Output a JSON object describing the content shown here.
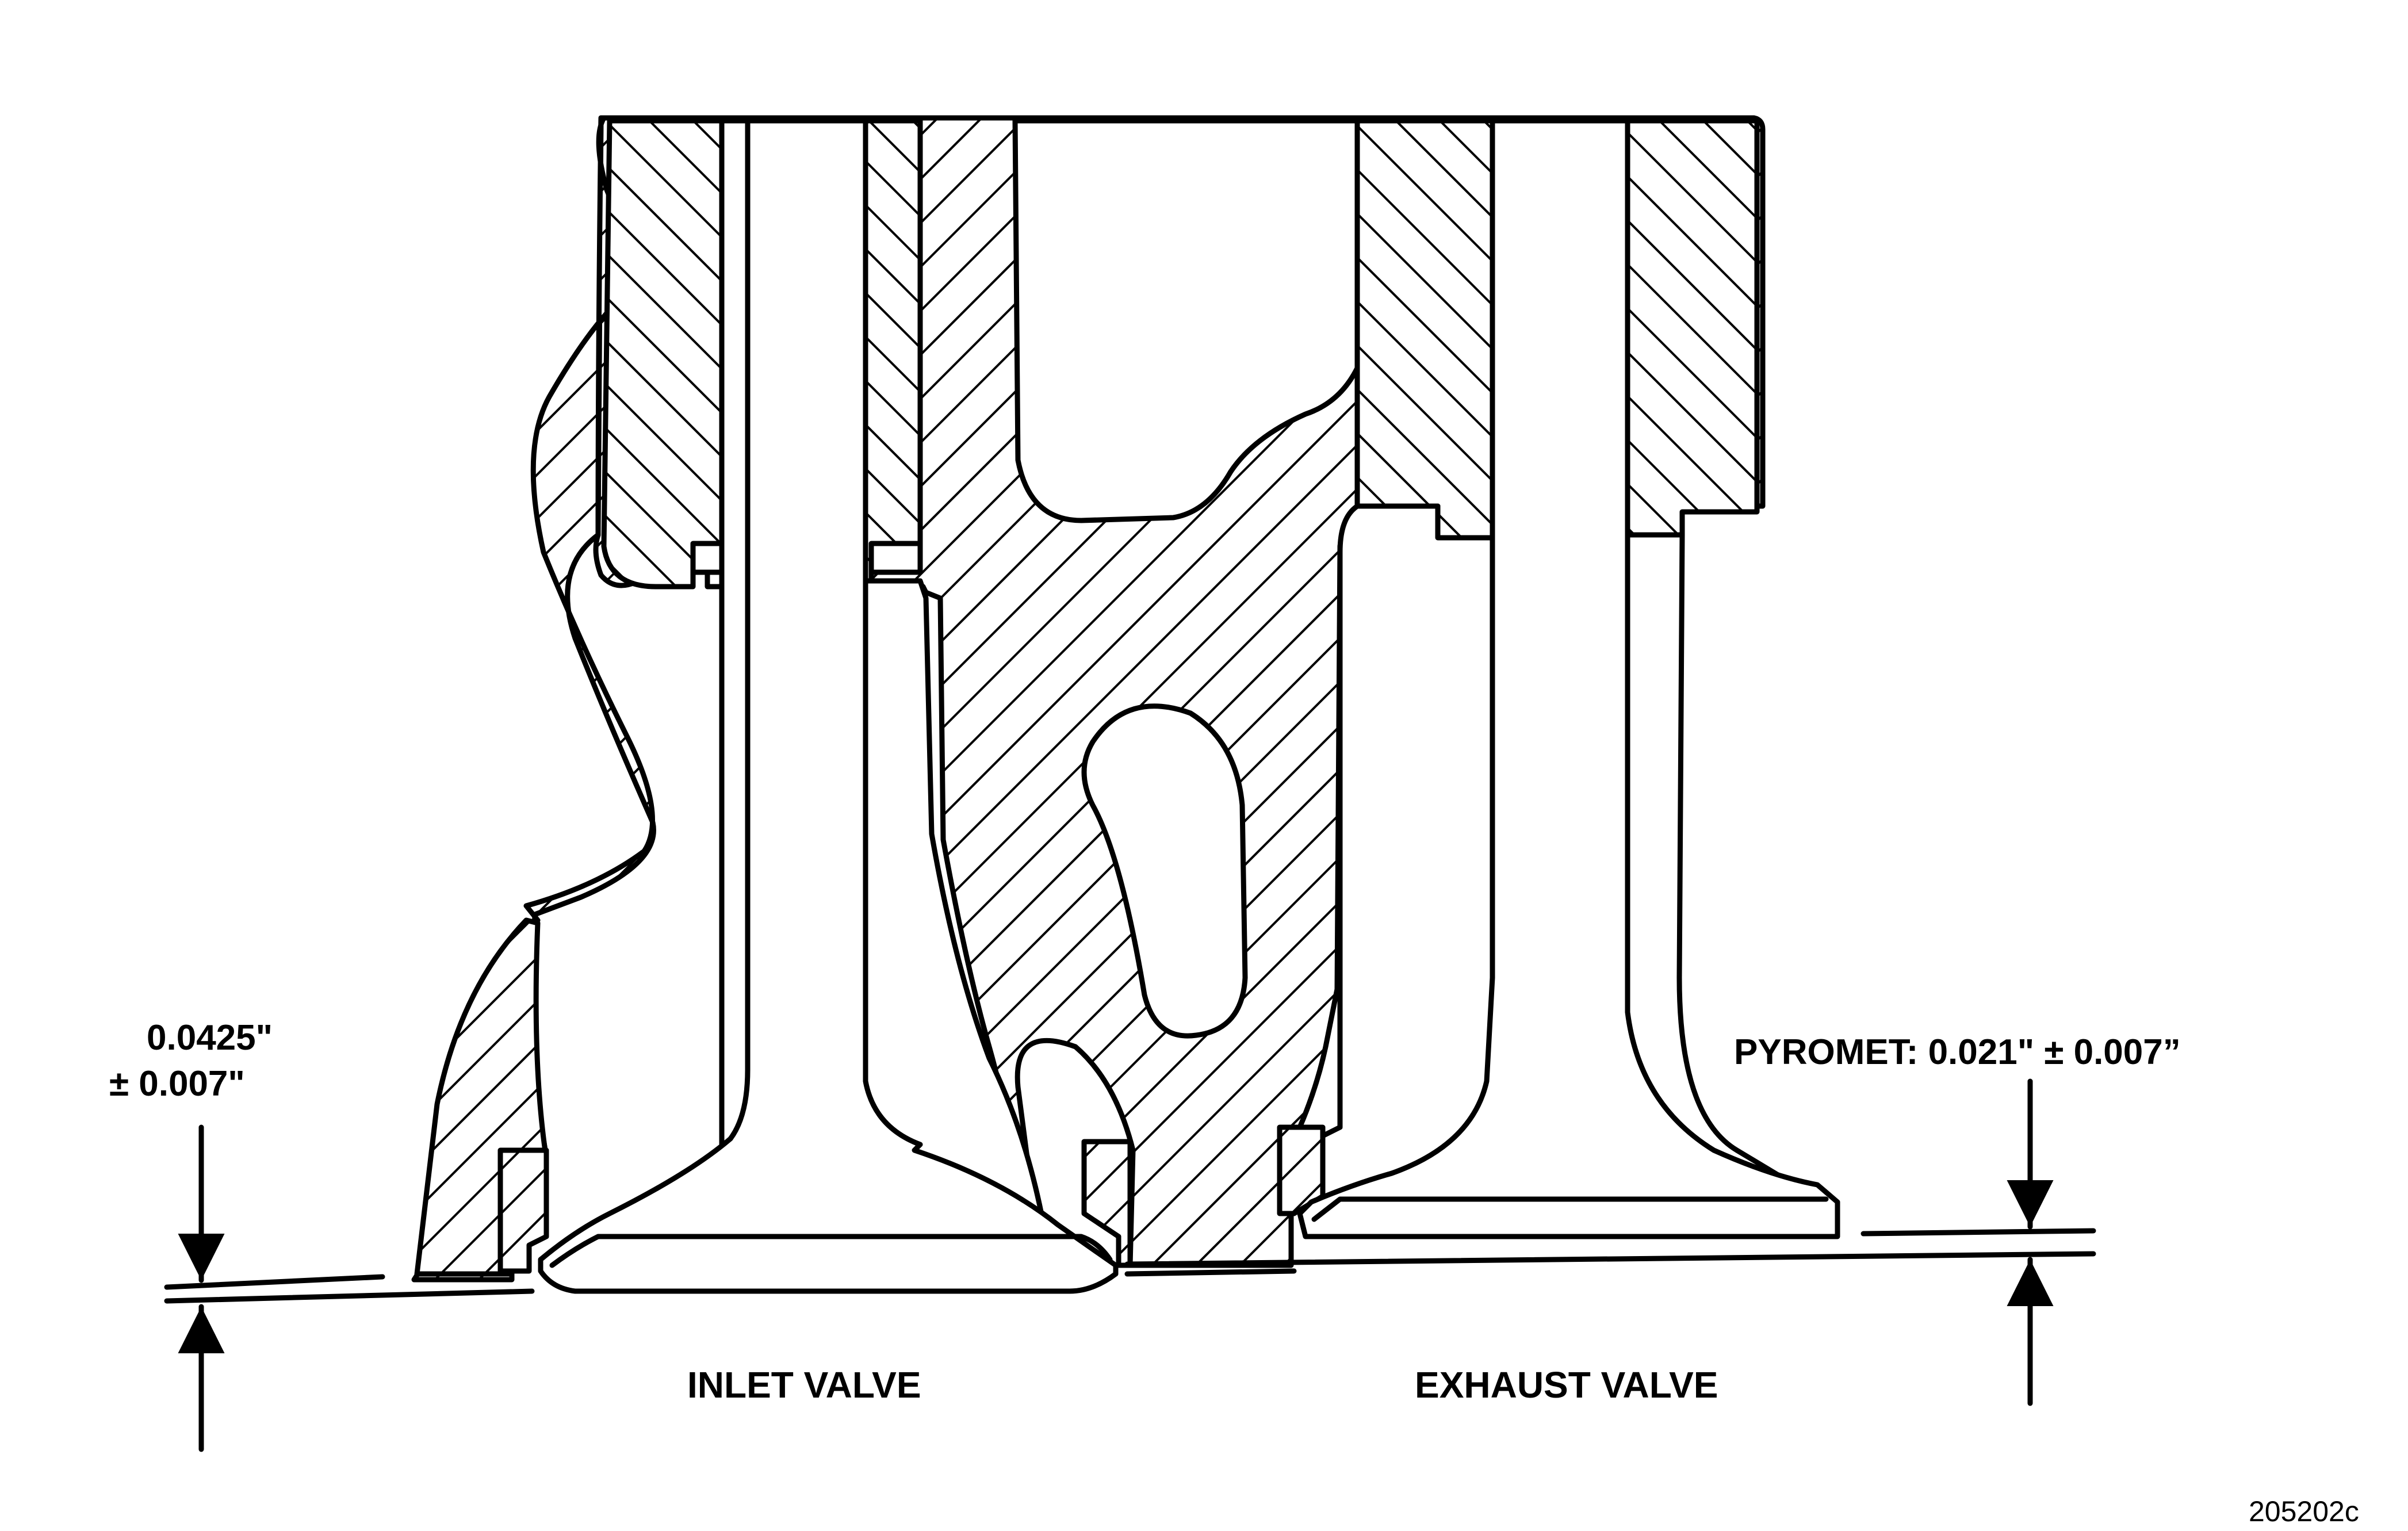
{
  "labels": {
    "inlet_gap_line1": "0.0425\"",
    "inlet_gap_line2": "± 0.007\"",
    "exhaust_gap": "PYROMET: 0.021\" ± 0.007”",
    "inlet_valve": "INLET VALVE",
    "exhaust_valve": "EXHAUST VALVE",
    "figure_id": "205202c"
  },
  "icons": {
    "arrow": "filled-triangle-arrowhead"
  }
}
